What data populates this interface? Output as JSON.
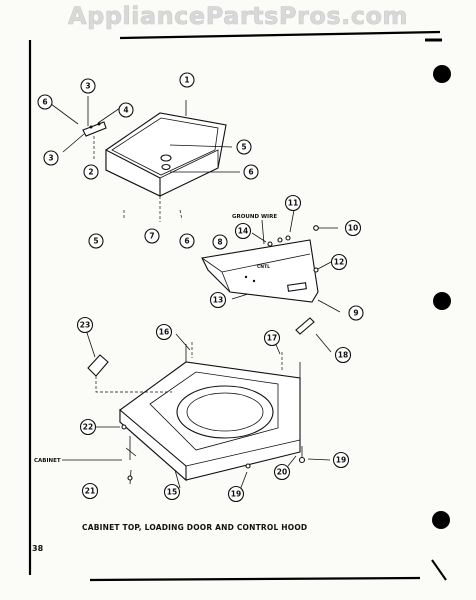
{
  "watermark": "AppliancePartsPros.com",
  "caption": "CABINET TOP, LOADING DOOR AND CONTROL HOOD",
  "page_number": "38",
  "labels": {
    "ground_wire": "GROUND WIRE",
    "cabinet": "CABINET"
  },
  "callouts": {
    "c1": "1",
    "c2": "2",
    "c3a": "3",
    "c3b": "3",
    "c4": "4",
    "c5a": "5",
    "c5b": "5",
    "c6a": "6",
    "c6b": "6",
    "c6c": "6",
    "c7": "7",
    "c8": "8",
    "c9": "9",
    "c10": "10",
    "c11": "11",
    "c12": "12",
    "c13": "13",
    "c14": "14",
    "c15": "15",
    "c16": "16",
    "c17": "17",
    "c18": "18",
    "c19a": "19",
    "c19b": "19",
    "c20": "20",
    "c21": "21",
    "c22": "22",
    "c23": "23"
  }
}
